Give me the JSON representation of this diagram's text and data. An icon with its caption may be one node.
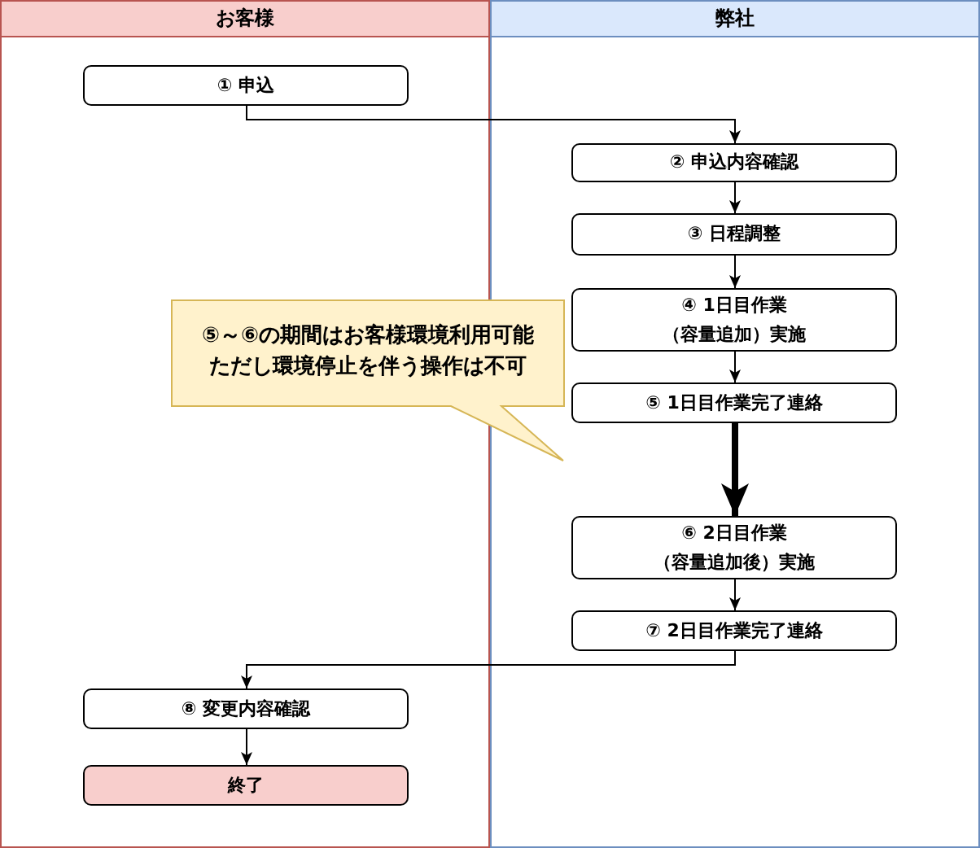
{
  "diagram": {
    "nodes": [
      {
        "text": [
          "お客様"
        ]
      },
      {
        "text": [
          "弊社"
        ]
      },
      {
        "text": [
          "① 申込"
        ],
        "in": 0
      },
      {
        "text": [
          "② 申込内容確認"
        ],
        "in": 1
      },
      {
        "text": [
          "③ 日程調整"
        ],
        "in": 1
      },
      {
        "text": [
          "④ 1日目作業（容量追加）実施"
        ],
        "in": 1
      },
      {
        "text": [
          "⑤ 1日目作業完了連絡"
        ],
        "in": 1
      },
      {
        "text": [
          "⑥ 2日目作業（容量追加後）実施"
        ],
        "in": 1
      },
      {
        "text": [
          "⑦ 2日目作業完了連絡"
        ],
        "in": 1
      },
      {
        "text": [
          "⑧ 変更内容確認"
        ],
        "in": 0
      },
      {
        "text": [
          "終了"
        ],
        "in": 0
      },
      {
        "text": [
          "⑤～⑥の期間はお客様環境利用可能ただし環境停止を伴う操作は不可"
        ]
      }
    ],
    "edges": [
      {
        "from": 2,
        "to": 3,
        "arrow": "to"
      },
      {
        "from": 3,
        "to": 4,
        "arrow": "to"
      },
      {
        "from": 4,
        "to": 5,
        "arrow": "to"
      },
      {
        "from": 5,
        "to": 6,
        "arrow": "to"
      },
      {
        "from": 6,
        "to": 7,
        "arrow": "to",
        "style": "thick"
      },
      {
        "from": 7,
        "to": 8,
        "arrow": "to"
      },
      {
        "from": 8,
        "to": 9,
        "arrow": "to"
      },
      {
        "from": 9,
        "to": 10,
        "arrow": "to"
      }
    ]
  }
}
